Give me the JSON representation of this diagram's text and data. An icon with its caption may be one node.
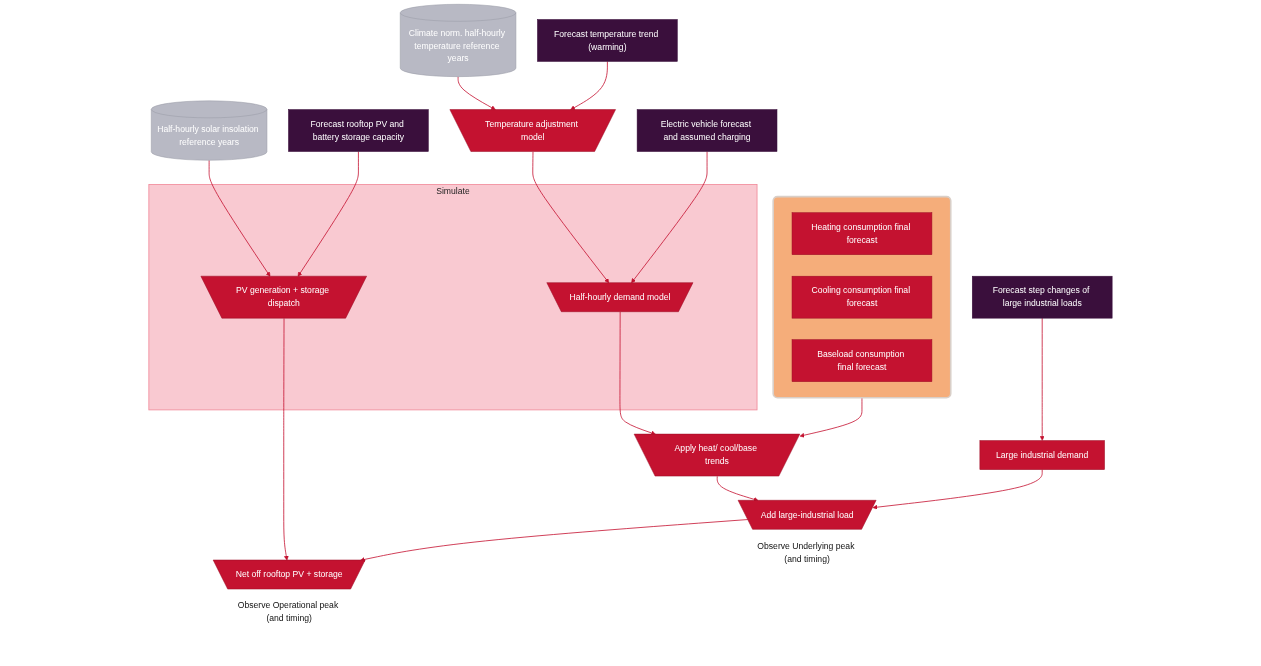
{
  "diagram": {
    "nodes": [
      {
        "text": [
          "Half-hourly solar insolation reference years"
        ]
      },
      {
        "text": [
          "Climate norm. half-hourly temperature reference years"
        ]
      },
      {
        "text": [
          "Forecast rooftop PV and battery storage capacity"
        ]
      },
      {
        "text": [
          "Temperature adjustment model"
        ]
      },
      {
        "text": [
          "Forecast temperature trend (warming)"
        ]
      },
      {
        "text": [
          "Simulate"
        ]
      },
      {
        "text": [
          "PV generation + storage dispatch"
        ],
        "in": 5
      },
      {
        "text": [
          "Half-hourly demand model"
        ],
        "in": 5
      },
      {
        "text": [
          "Electric vehicle forecast and assumed charging"
        ]
      },
      {
        "text": [
          "Apply heat/ cool/base trends"
        ]
      },
      {
        "text": [],
        "shape": "box"
      },
      {
        "text": [
          "Heating consumption final forecast"
        ],
        "in": 10
      },
      {
        "text": [
          "Cooling consumption final forecast"
        ],
        "in": 10
      },
      {
        "text": [
          "Baseload consumption final forecast"
        ],
        "in": 10
      },
      {
        "text": [
          "Net off rooftop PV + storage"
        ],
        "beside": [
          "Observe Operational peak (and timing)"
        ]
      },
      {
        "text": [
          "Add large-industrial load"
        ],
        "beside": [
          "Observe Underlying peak (and timing)"
        ]
      },
      {
        "text": [
          "Large industrial demand"
        ]
      },
      {
        "text": [
          "Forecast step changes of large industrial loads"
        ]
      }
    ],
    "edges": [
      {
        "from": 0,
        "to": 6,
        "arrow": "to"
      },
      {
        "from": 1,
        "to": 3,
        "arrow": "to"
      },
      {
        "from": 4,
        "to": 3,
        "arrow": "to"
      },
      {
        "from": 2,
        "to": 6,
        "arrow": "to"
      },
      {
        "from": 3,
        "to": 7,
        "arrow": "to"
      },
      {
        "from": 8,
        "to": 7,
        "arrow": "to"
      },
      {
        "from": 7,
        "to": 9,
        "arrow": "to"
      },
      {
        "from": 10,
        "to": 9,
        "arrow": "to"
      },
      {
        "from": 9,
        "to": 15,
        "arrow": "to"
      },
      {
        "from": 6,
        "to": 14,
        "arrow": "to"
      },
      {
        "from": 15,
        "to": 14,
        "arrow": "to"
      },
      {
        "from": 16,
        "to": 15,
        "arrow": "to"
      },
      {
        "from": 17,
        "to": 16,
        "arrow": "to"
      }
    ]
  }
}
